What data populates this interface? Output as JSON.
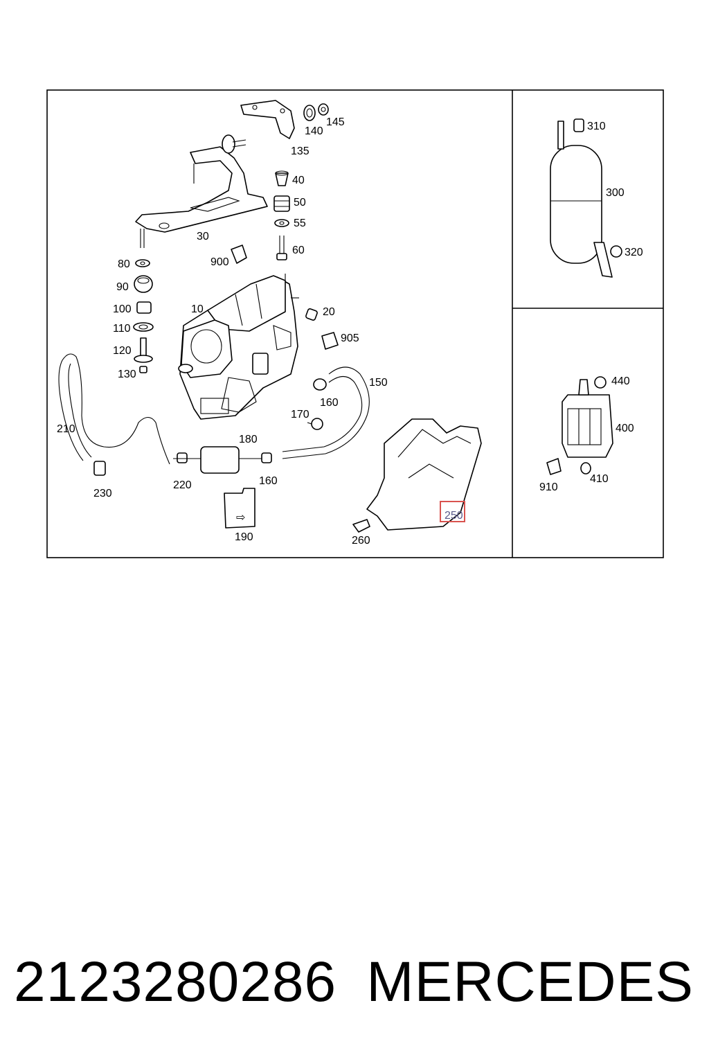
{
  "callouts": {
    "c10": "10",
    "c20": "20",
    "c30": "30",
    "c40": "40",
    "c50": "50",
    "c55": "55",
    "c60": "60",
    "c80": "80",
    "c90": "90",
    "c100": "100",
    "c110": "110",
    "c120": "120",
    "c130": "130",
    "c135": "135",
    "c140": "140",
    "c145": "145",
    "c150": "150",
    "c160a": "160",
    "c160b": "160",
    "c170": "170",
    "c180": "180",
    "c190": "190",
    "c210": "210",
    "c220": "220",
    "c230": "230",
    "c250": "250",
    "c260": "260",
    "c300": "300",
    "c310": "310",
    "c320": "320",
    "c400": "400",
    "c410": "410",
    "c440": "440",
    "c900": "900",
    "c905": "905",
    "c910": "910"
  },
  "highlight": {
    "callout": "250",
    "color": "#d9534f"
  },
  "footer": {
    "part_number": "2123280286",
    "brand": "MERCEDES"
  }
}
